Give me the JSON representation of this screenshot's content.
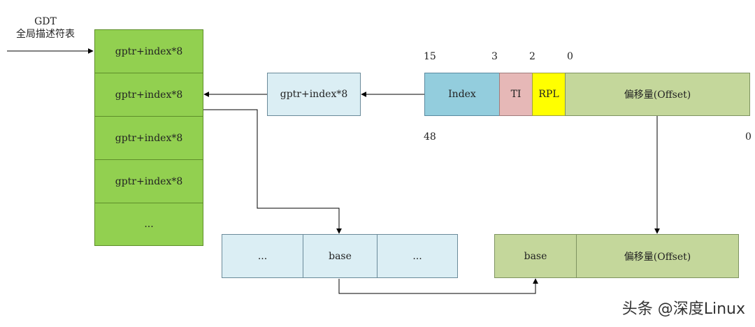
{
  "gdt": {
    "title_line1": "GDT",
    "title_line2": "全局描述符表",
    "cells": [
      "gptr+index*8",
      "gptr+index*8",
      "gptr+index*8",
      "gptr+index*8",
      "..."
    ]
  },
  "intermediate": {
    "label": "gptr+index*8"
  },
  "selector": {
    "index_label": "Index",
    "ti_label": "TI",
    "rpl_label": "RPL",
    "offset_label": "偏移量(Offset)",
    "bit_labels_top": [
      "15",
      "3",
      "2",
      "0"
    ],
    "bit_labels_bottom": [
      "48",
      "0"
    ]
  },
  "descriptor": {
    "left": "...",
    "base": "base",
    "right": "..."
  },
  "linear": {
    "base": "base",
    "offset": "偏移量(Offset)"
  },
  "watermark": "头条 @深度Linux",
  "colors": {
    "gdt_green": "#92d050",
    "light_blue": "#dbeef4",
    "index_blue": "#93cddd",
    "ti_pink": "#e6b8b7",
    "rpl_yellow": "#ffff00",
    "offset_olive": "#c4d79b"
  }
}
